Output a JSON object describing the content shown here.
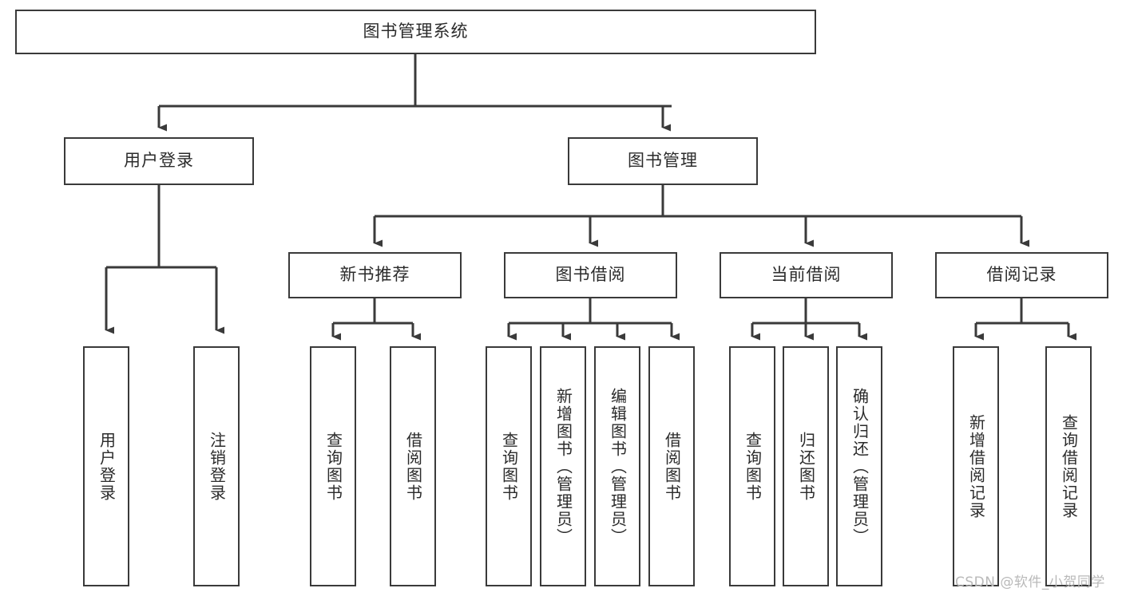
{
  "diagram": {
    "type": "tree",
    "title": "图书管理系统",
    "orientation": "top-down",
    "edge_color": "#3a3a3a",
    "box_border_color": "#3a3a3a",
    "background_color": "#ffffff",
    "text_color": "#2b2b2b"
  },
  "root": {
    "label": "图书管理系统"
  },
  "level2": {
    "user_login": {
      "label": "用户登录"
    },
    "book_manage": {
      "label": "图书管理"
    }
  },
  "level3": {
    "new_book_recommend": {
      "label": "新书推荐"
    },
    "book_borrow": {
      "label": "图书借阅"
    },
    "current_borrow": {
      "label": "当前借阅"
    },
    "borrow_record": {
      "label": "借阅记录"
    }
  },
  "leaves": {
    "user_login": [
      {
        "label": "用户登录"
      },
      {
        "label": "注销登录"
      }
    ],
    "new_book_recommend": [
      {
        "label": "查询图书"
      },
      {
        "label": "借阅图书"
      }
    ],
    "book_borrow": [
      {
        "label": "查询图书"
      },
      {
        "label": "新增图书（管理员）"
      },
      {
        "label": "编辑图书（管理员）"
      },
      {
        "label": "借阅图书"
      }
    ],
    "current_borrow": [
      {
        "label": "查询图书"
      },
      {
        "label": "归还图书"
      },
      {
        "label": "确认归还（管理员）"
      }
    ],
    "borrow_record": [
      {
        "label": "新增借阅记录"
      },
      {
        "label": "查询借阅记录"
      }
    ]
  },
  "watermark": {
    "text": "CSDN @软件_小贺同学"
  }
}
